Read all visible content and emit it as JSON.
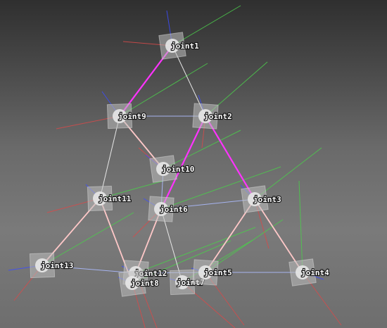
{
  "scene": {
    "joints": [
      {
        "id": "joint1",
        "label": "joint1"
      },
      {
        "id": "joint9",
        "label": "joint9"
      },
      {
        "id": "joint2",
        "label": "joint2"
      },
      {
        "id": "joint10",
        "label": "joint10"
      },
      {
        "id": "joint11",
        "label": "joint11"
      },
      {
        "id": "joint6",
        "label": "joint6"
      },
      {
        "id": "joint3",
        "label": "joint3"
      },
      {
        "id": "joint13",
        "label": "joint13"
      },
      {
        "id": "joint12",
        "label": "joint12"
      },
      {
        "id": "joint8",
        "label": "joint8"
      },
      {
        "id": "joint7",
        "label": "joint7"
      },
      {
        "id": "joint5",
        "label": "joint5"
      },
      {
        "id": "joint4",
        "label": "joint4"
      }
    ],
    "colors": {
      "background_top": "#2f2f2f",
      "background_bottom": "#7a7a7a",
      "link_magenta": "#ff33ff",
      "link_pink": "#ffc8c8",
      "link_white": "#e8e8e8",
      "link_blue": "#a6b4f0",
      "axis_red": "#d84a4a",
      "axis_green": "#4ccc4c",
      "axis_blue": "#3c4cff",
      "joint_sphere": "#e6e6e6",
      "joint_box": "#bdbdbd"
    }
  }
}
